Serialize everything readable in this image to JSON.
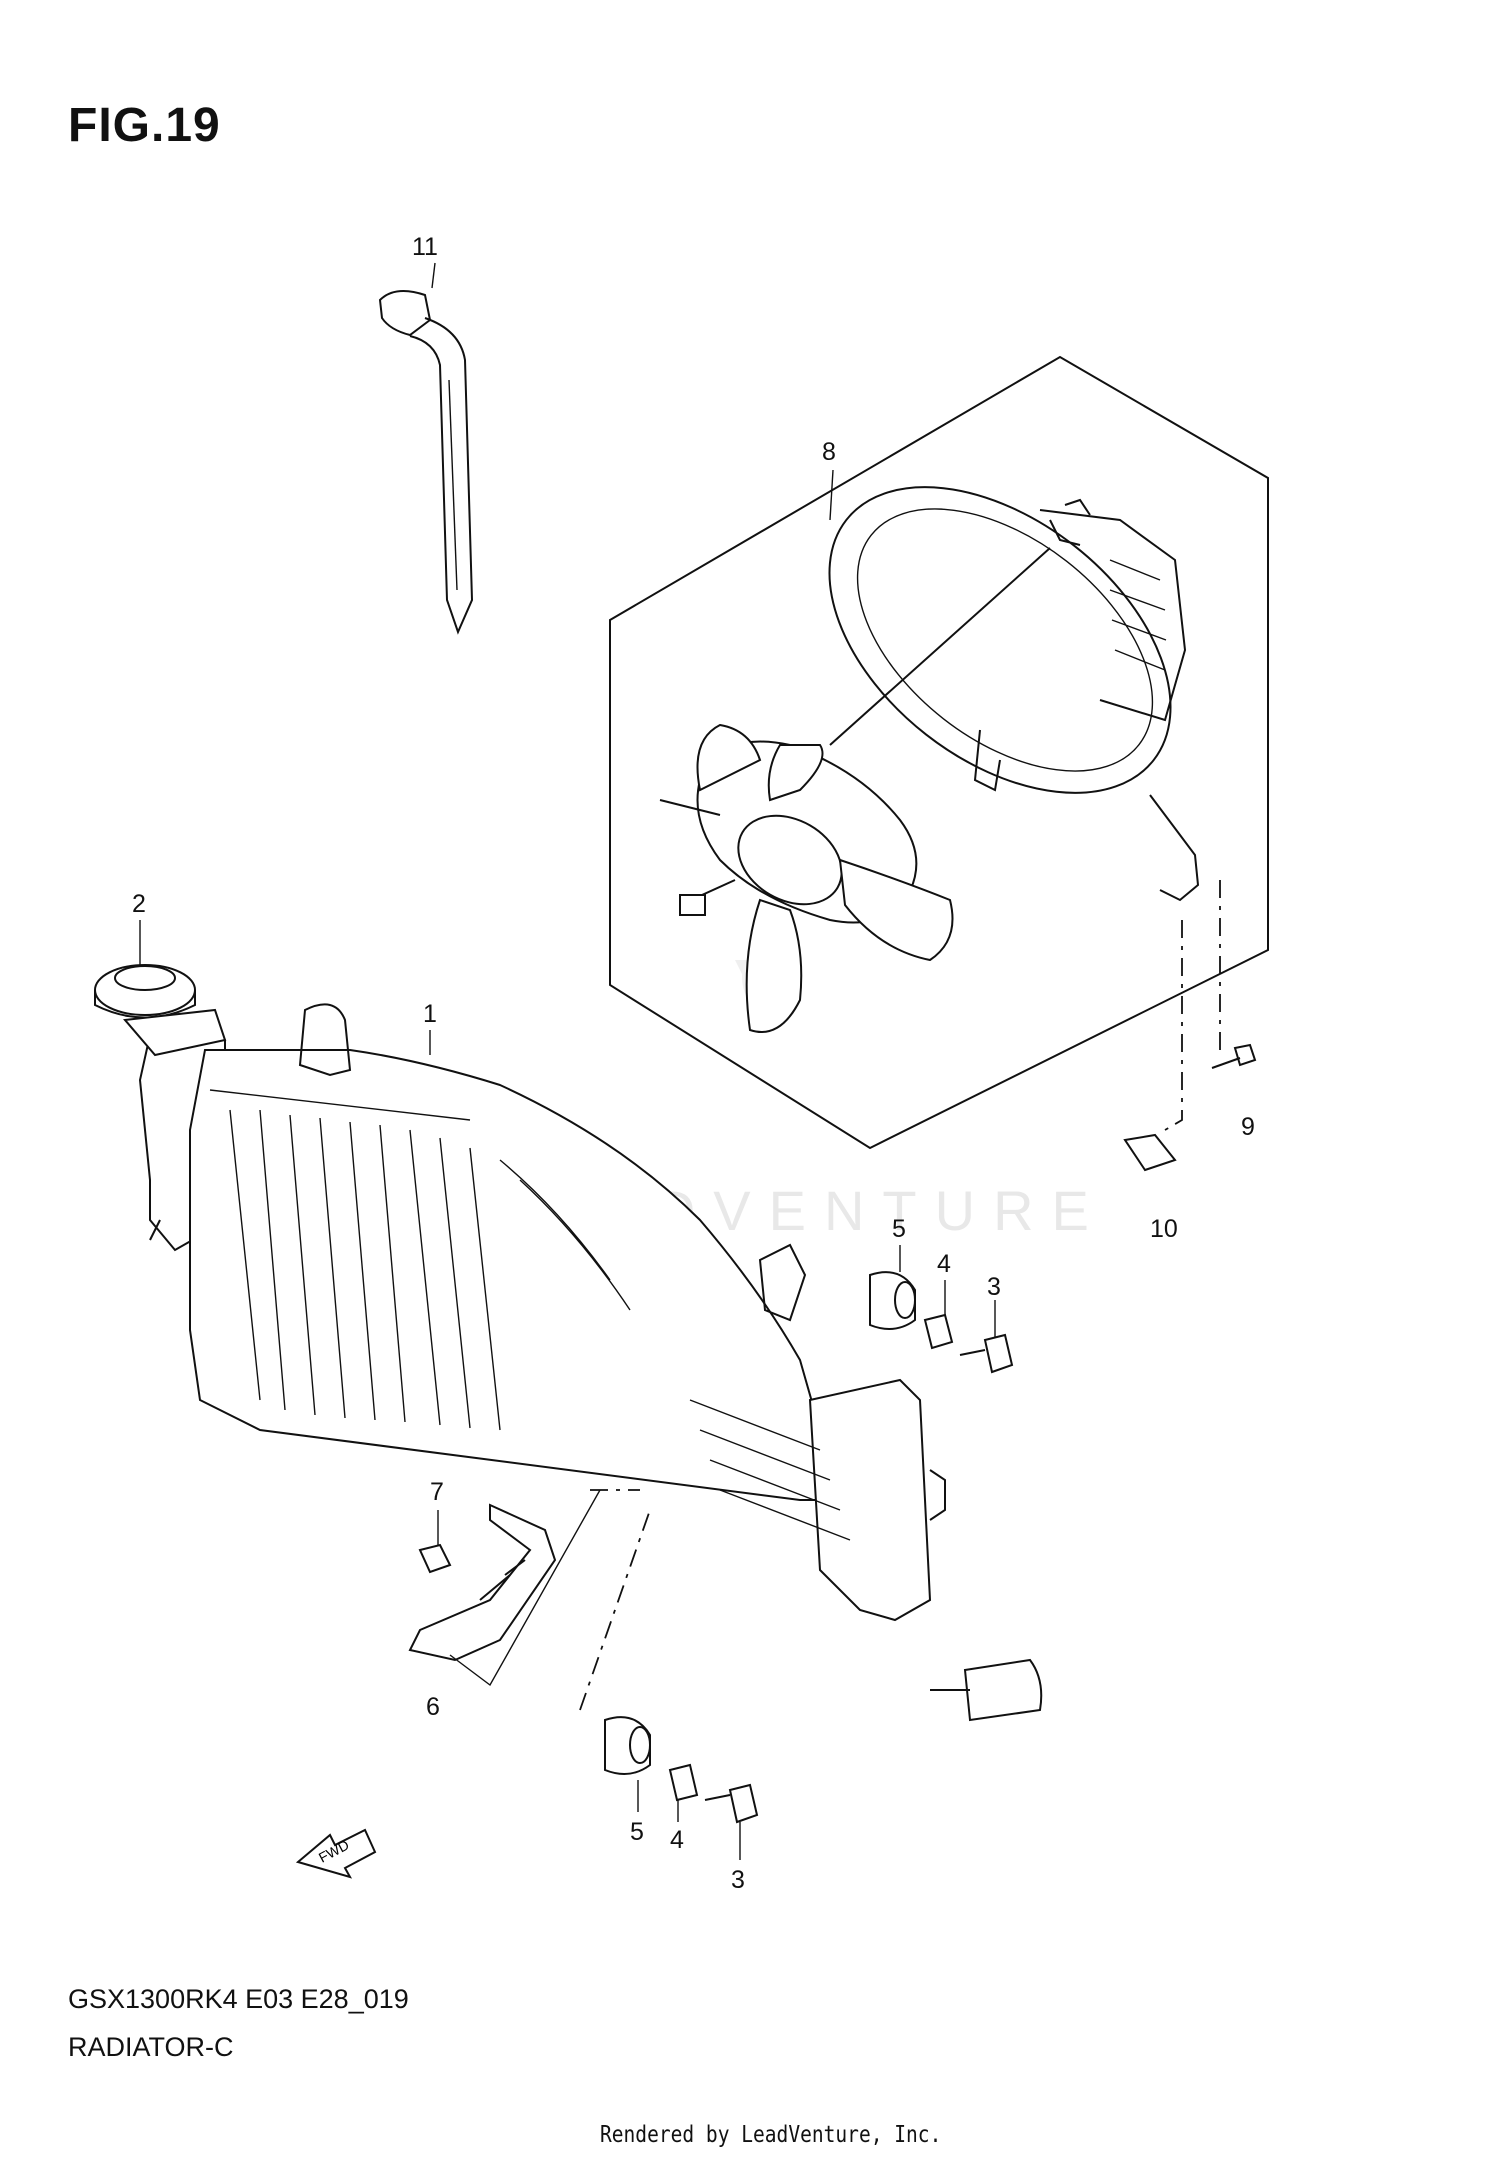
{
  "figure": {
    "title": "FIG.19"
  },
  "callouts": [
    {
      "id": "c1",
      "label": "1"
    },
    {
      "id": "c2",
      "label": "2"
    },
    {
      "id": "c3a",
      "label": "3"
    },
    {
      "id": "c3b",
      "label": "3"
    },
    {
      "id": "c4a",
      "label": "4"
    },
    {
      "id": "c4b",
      "label": "4"
    },
    {
      "id": "c5a",
      "label": "5"
    },
    {
      "id": "c5b",
      "label": "5"
    },
    {
      "id": "c6",
      "label": "6"
    },
    {
      "id": "c7",
      "label": "7"
    },
    {
      "id": "c8",
      "label": "8"
    },
    {
      "id": "c9",
      "label": "9"
    },
    {
      "id": "c10",
      "label": "10"
    },
    {
      "id": "c11",
      "label": "11"
    }
  ],
  "arrow_label": "FWD",
  "watermark": "LEADVENTURE",
  "footer": {
    "model_code": "GSX1300RK4 E03 E28_019",
    "section_name": "RADIATOR-C",
    "rendered_by": "Rendered by LeadVenture, Inc."
  }
}
